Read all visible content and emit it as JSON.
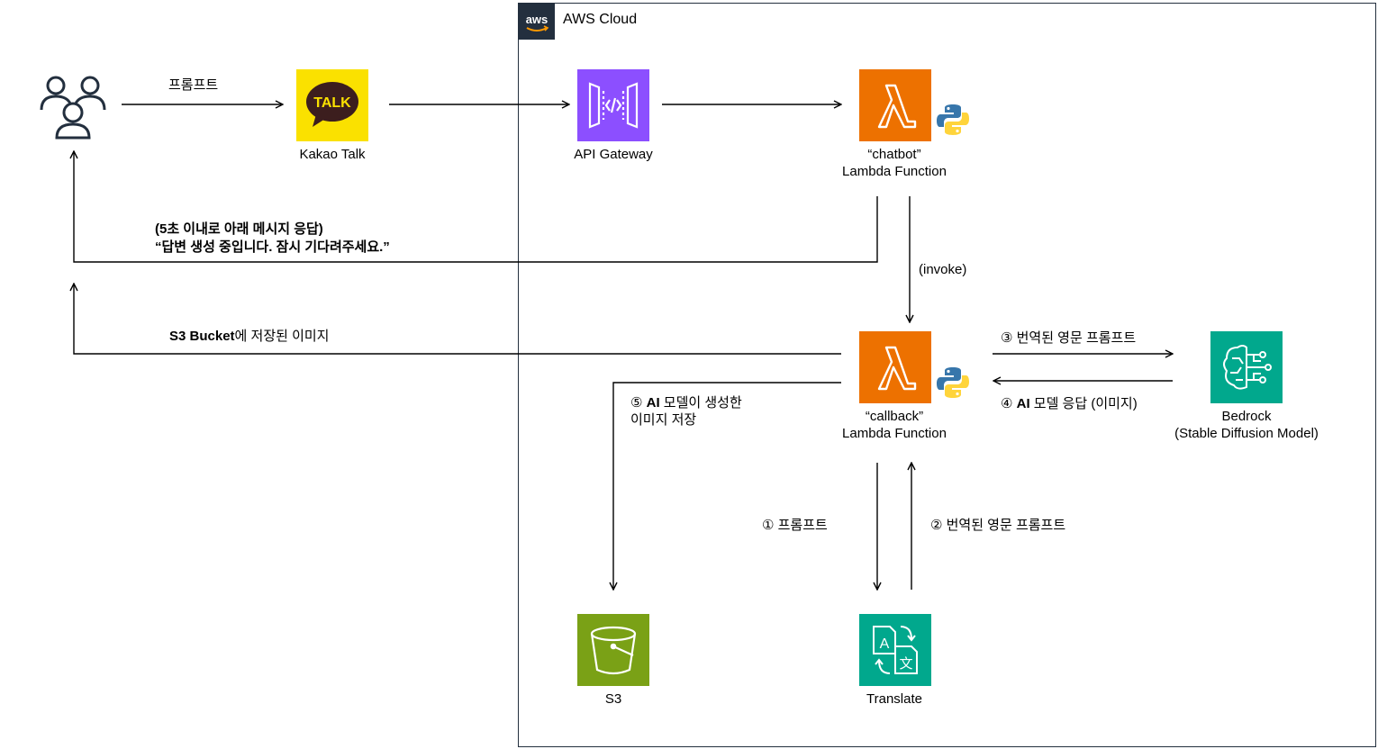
{
  "group": {
    "label": "AWS Cloud",
    "logo_text": "aws"
  },
  "nodes": {
    "users": {
      "icon": "users-icon"
    },
    "kakao": {
      "label": "Kakao Talk",
      "badge": "TALK",
      "color": "#FAE100"
    },
    "api_gateway": {
      "label": "API Gateway",
      "color": "#8C4FFF"
    },
    "chatbot": {
      "line1": "“chatbot”",
      "line2": "Lambda Function",
      "color": "#ED7100"
    },
    "callback": {
      "line1": "“callback”",
      "line2": "Lambda Function",
      "color": "#ED7100"
    },
    "bedrock": {
      "line1": "Bedrock",
      "line2": "(Stable Diffusion Model)",
      "color": "#01A88D"
    },
    "s3": {
      "label": "S3",
      "color": "#7AA116"
    },
    "translate": {
      "label": "Translate",
      "color": "#01A88D"
    }
  },
  "edges": {
    "prompt_to_kakao": "프롬프트",
    "chatbot_reply_line1": "(5초 이내로 아래 메시지 응답)",
    "chatbot_reply_line2": "“답변 생성 중입니다. 잠시 기다려주세요.”",
    "invoke": "(invoke)",
    "s3_image_bold": "S3 Bucket",
    "s3_image_rest": "에 저장된 이미지",
    "step1": "① 프롬프트",
    "step2": "② 번역된 영문 프롬프트",
    "step3": "③ 번역된 영문 프롬프트",
    "step4_prefix": "④ ",
    "step4_bold": "AI",
    "step4_rest": " 모델 응답 (이미지)",
    "step5_prefix": "⑤ ",
    "step5_bold": "AI",
    "step5_rest": " 모델이 생성한",
    "step5_line2": "이미지 저장"
  }
}
